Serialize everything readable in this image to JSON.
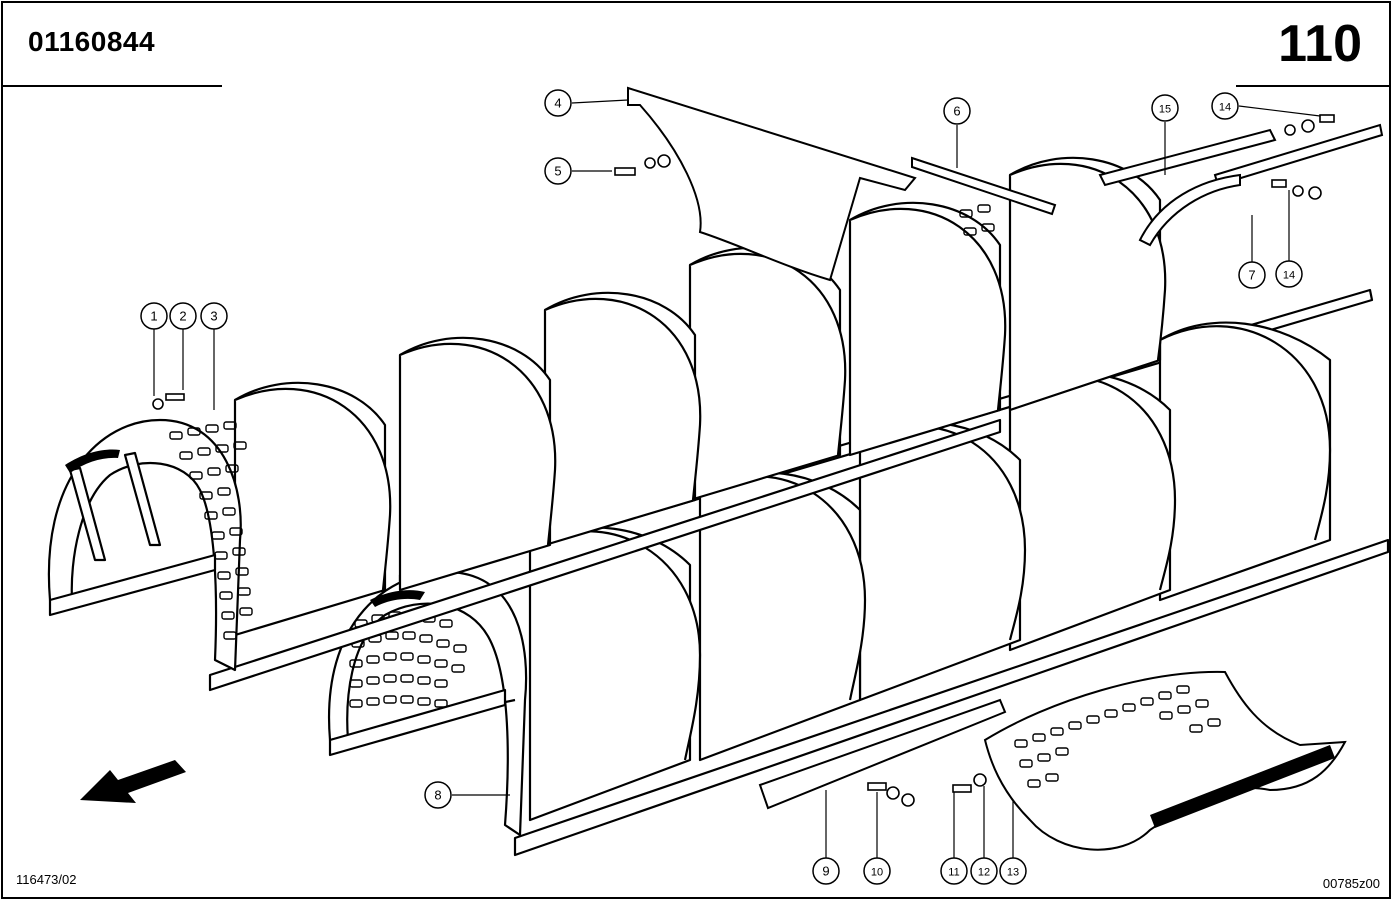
{
  "header": {
    "part_number": "01160844",
    "page_number": "110"
  },
  "footer": {
    "left_code": "116473/02",
    "right_code": "00785z00"
  },
  "callouts": [
    "1",
    "2",
    "3",
    "4",
    "5",
    "6",
    "7",
    "8",
    "9",
    "10",
    "11",
    "12",
    "13",
    "14",
    "14",
    "15"
  ],
  "direction_icon": "arrow-left-down-icon"
}
